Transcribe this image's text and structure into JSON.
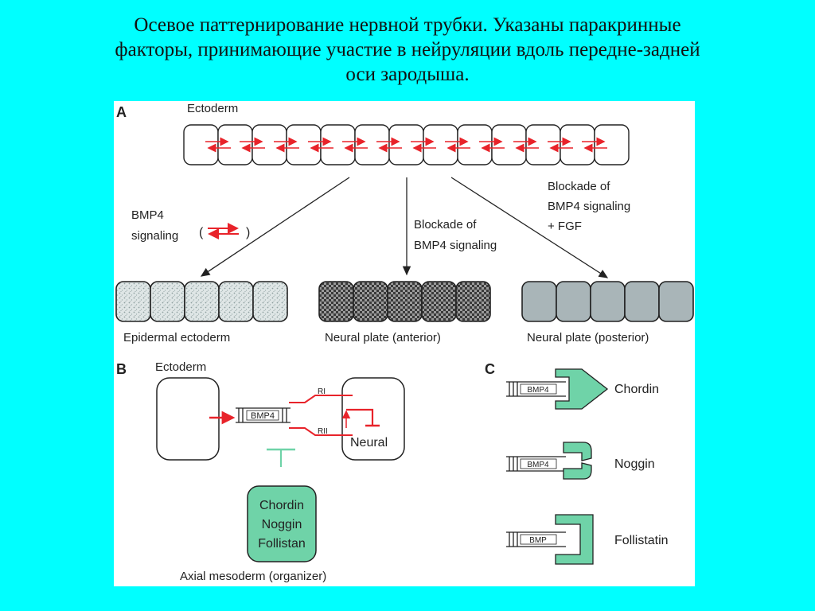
{
  "slide": {
    "title_lines": [
      "Осевое паттернирование нервной трубки. Указаны паракринные",
      "факторы, принимающие участие в нейруляции вдоль передне-задней",
      "оси зародыша."
    ]
  },
  "panel_a": {
    "label": "A",
    "ectoderm_label": "Ectoderm",
    "bmp4_signaling_line1": "BMP4",
    "bmp4_signaling_line2": "signaling",
    "blockade_line1": "Blockade of",
    "blockade_line2": "BMP4 signaling",
    "blockade_fgf_line1": "Blockade of",
    "blockade_fgf_line2": "BMP4 signaling",
    "blockade_fgf_line3": "+ FGF",
    "epidermal_label": "Epidermal ectoderm",
    "anterior_label": "Neural plate (anterior)",
    "posterior_label": "Neural plate (posterior)"
  },
  "panel_b": {
    "label": "B",
    "ectoderm_label": "Ectoderm",
    "bmp4_label": "BMP4",
    "ri_label": "RI",
    "rii_label": "RII",
    "neural_label": "Neural",
    "organizer_factors": [
      "Chordin",
      "Noggin",
      "Follistan"
    ],
    "axial_label": "Axial mesoderm (organizer)"
  },
  "panel_c": {
    "label": "C",
    "rows": [
      {
        "ligand": "BMP4",
        "antagonist": "Chordin"
      },
      {
        "ligand": "BMP4",
        "antagonist": "Noggin"
      },
      {
        "ligand": "BMP",
        "antagonist": "Follistatin"
      }
    ]
  },
  "colors": {
    "background": "#00ffff",
    "signal_red": "#e8232a",
    "antagonist_green": "#6fd3a8",
    "posterior_gray": "#a9b5b8"
  }
}
